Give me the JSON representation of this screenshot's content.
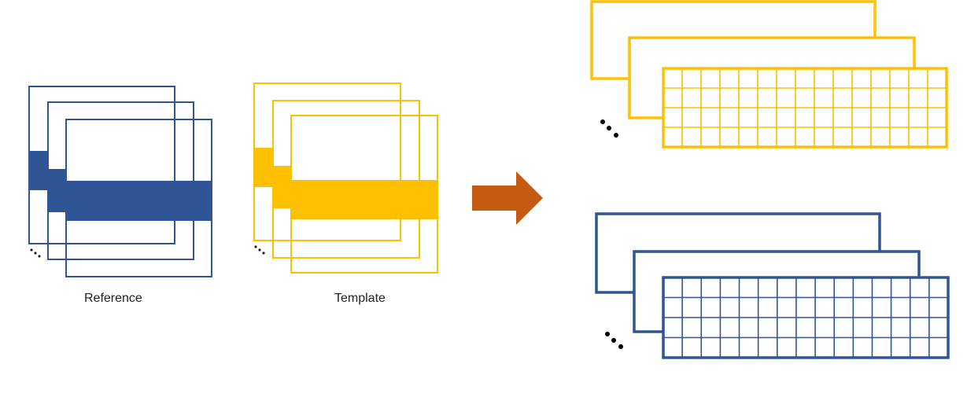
{
  "labels": {
    "reference": "Reference",
    "template": "Template"
  },
  "colors": {
    "reference": "#2f5597",
    "template": "#ffc000",
    "arrow": "#c55a11",
    "text": "#222222"
  },
  "icons": {
    "ellipsis": "ellipsis-dots",
    "arrow": "right-arrow"
  }
}
